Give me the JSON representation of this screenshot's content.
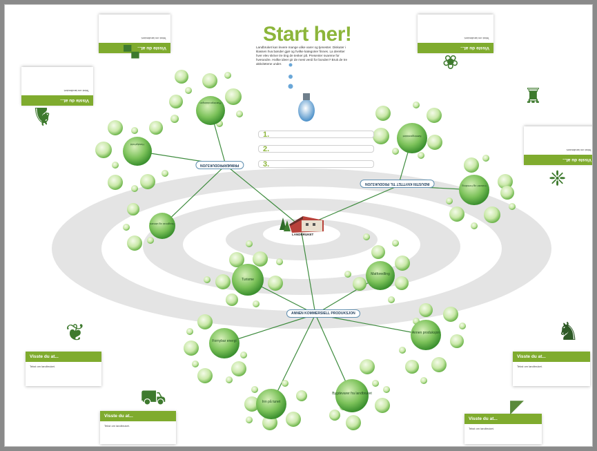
{
  "colors": {
    "accent": "#8cb53a",
    "card_header": "#7fab2e",
    "hub_border": "#5f8fb0",
    "bubble_light": "#e6f4d2",
    "bubble_dark": "#4da33a"
  },
  "header": {
    "title": "Start her!",
    "intro": "Landbruket kan levere mange ulike varer og tjenester. Diskuter i klassen hva bønder gjør og hvilke kategorier finnes. La deretter hver elev skrive tre ting de tenker på. Presenter svarene for hverandre. Hvilke ideer gir de mest verdi for bonden? Bruk de tre aktivitetene under."
  },
  "answer_boxes": [
    "1.",
    "2.",
    "3."
  ],
  "center": {
    "label": "LANDBRUKET"
  },
  "hubs": {
    "primary": "PRIMÆRPRODUKSJON",
    "industry": "INDUSTRI KNYTTET TIL PRODUKSJON",
    "other": "ANNEN KOMMERSIELL PRODUKSJON"
  },
  "clusters": {
    "plante": "Planteproduksjon",
    "husdyr": "Husdyrhold",
    "skog": "Skogbruk og utmark",
    "nearing": "Næringsmiddel",
    "industri": "Industri og foredling",
    "turisme": "Turisme",
    "matforedling": "Matforedling",
    "fornybar": "Fornybar energi",
    "innpa": "Inn på tunet",
    "bygdevarer": "Bygdevarer fra landbruket",
    "annen": "Annen produksjon"
  },
  "cards": [
    {
      "head": "Visste du at...",
      "body": "Tekst om landbruket."
    },
    {
      "head": "Visste du at...",
      "body": "Tekst om landbruket."
    },
    {
      "head": "Visste du at...",
      "body": "Tekst om landbruket."
    },
    {
      "head": "Visste du at...",
      "body": "Tekst om landbruket."
    },
    {
      "head": "Visste du at...",
      "body": "Tekst om landbruket."
    },
    {
      "head": "Visste du at...",
      "body": "Tekst om landbruket."
    },
    {
      "head": "Visste du at...",
      "body": "Tekst om landbruket."
    },
    {
      "head": "Visste du at...",
      "body": "Tekst om landbruket."
    }
  ]
}
